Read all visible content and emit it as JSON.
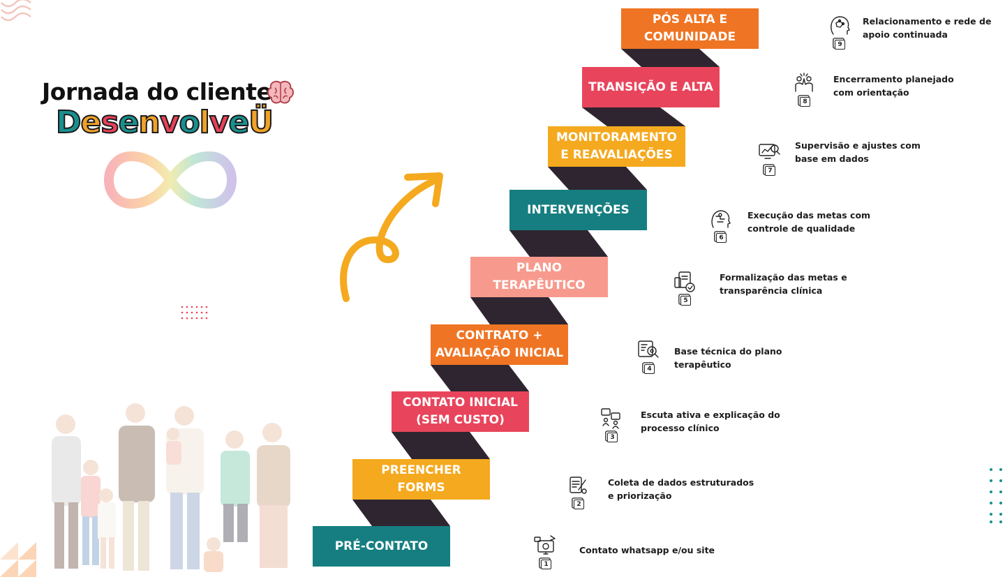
{
  "header": {
    "title_line1": "Jornada do cliente",
    "brand_letters": [
      "D",
      "e",
      "s",
      "e",
      "n",
      "v",
      "o",
      "l",
      "v",
      "e",
      "Ü"
    ],
    "brand_colors": [
      "#1a8f8f",
      "#f0a22a",
      "#e8415a",
      "#1a8f8f",
      "#f0a22a",
      "#e8415a",
      "#1a8f8f",
      "#f0a22a",
      "#e8415a",
      "#1a8f8f",
      "#f0a22a"
    ]
  },
  "steps": [
    {
      "number": "1",
      "label": "PRÉ-CONTATO",
      "description": "Contato whatsapp e/ou site",
      "color": "#167e80",
      "icon": "website-chat-icon"
    },
    {
      "number": "2",
      "label": "PREENCHER FORMS",
      "description": "Coleta de dados estruturados e priorização",
      "color": "#f4a91f",
      "icon": "form-checklist-icon"
    },
    {
      "number": "3",
      "label": "CONTATO  INICIAL (SEM CUSTO)",
      "description": "Escuta ativa e explicação do processo clínico",
      "color": "#e8455c",
      "icon": "conversation-icon"
    },
    {
      "number": "4",
      "label": "CONTRATO + AVALIAÇÃO INICIAL",
      "description": "Base técnica do plano terapêutico",
      "color": "#ef7423",
      "icon": "analysis-icon"
    },
    {
      "number": "5",
      "label": "PLANO TERAPÊUTICO",
      "description": "Formalização das metas e transparência clínica",
      "color": "#f79a8d",
      "icon": "document-check-icon"
    },
    {
      "number": "6",
      "label": "INTERVENÇÕES",
      "description": "Execução das metas com controle de qualidade",
      "color": "#167e80",
      "icon": "puzzle-head-icon"
    },
    {
      "number": "7",
      "label": "MONITORAMENTO E REAVALIAÇÕES",
      "description": "Supervisão e ajustes com base em dados",
      "color": "#f4a91f",
      "icon": "monitor-chart-icon"
    },
    {
      "number": "8",
      "label": "TRANSIÇÃO E ALTA",
      "description": "Encerramento planejado com orientação",
      "color": "#e8455c",
      "icon": "high-five-icon"
    },
    {
      "number": "9",
      "label": "PÓS ALTA E COMUNIDADE",
      "description": "Relacionamento e rede de apoio continuada",
      "color": "#ef7423",
      "icon": "head-network-icon"
    }
  ],
  "colors": {
    "stair_shadow": "#2f2530",
    "arrow": "#f4a91f",
    "dots_teal": "#1a8f8f",
    "dots_pink": "#e8455c"
  }
}
